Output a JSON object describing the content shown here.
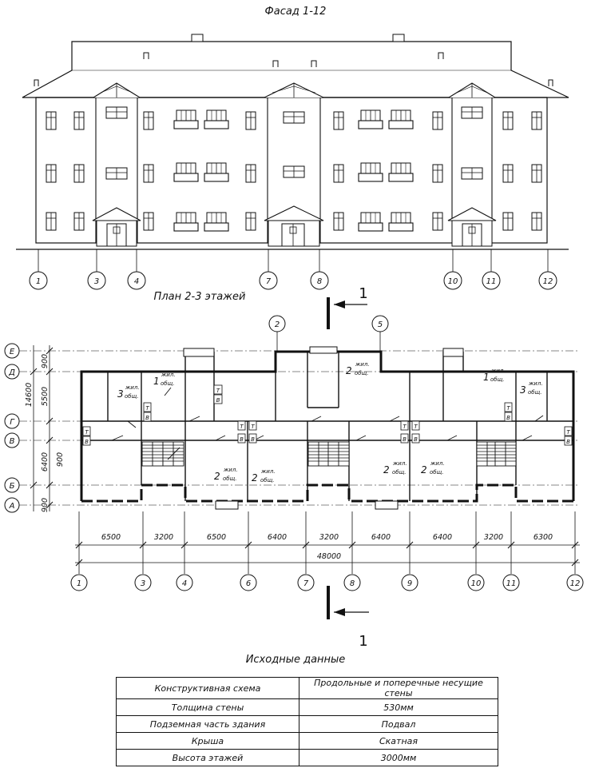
{
  "facade": {
    "title": "Фасад 1-12",
    "axes": [
      "1",
      "3",
      "4",
      "7",
      "8",
      "10",
      "11",
      "12"
    ]
  },
  "plan": {
    "title": "План 2-3 этажей",
    "top_axes": [
      "2",
      "5"
    ],
    "row_axes": [
      "Е",
      "Д",
      "Г",
      "В",
      "Б",
      "А"
    ],
    "bottom_axes": [
      "1",
      "3",
      "4",
      "6",
      "7",
      "8",
      "9",
      "10",
      "11",
      "12"
    ],
    "spans": [
      "6500",
      "3200",
      "6500",
      "6400",
      "3200",
      "6400",
      "6400",
      "3200",
      "6300"
    ],
    "total": "48000",
    "left_dims": [
      "900",
      "5500",
      "6400",
      "900",
      "900",
      "14600"
    ],
    "section_mark": "1",
    "rooms": [
      {
        "num": "3",
        "l1": "жил.",
        "l2": "общ."
      },
      {
        "num": "1",
        "l1": "жил.",
        "l2": "общ."
      },
      {
        "num": "2",
        "l1": "жил.",
        "l2": "общ."
      },
      {
        "num": "2",
        "l1": "жил.",
        "l2": "общ."
      },
      {
        "num": "2",
        "l1": "жил.",
        "l2": "общ."
      },
      {
        "num": "2",
        "l1": "жил.",
        "l2": "общ."
      },
      {
        "num": "2",
        "l1": "жил.",
        "l2": "общ."
      },
      {
        "num": "1",
        "l1": "жил.",
        "l2": "общ."
      },
      {
        "num": "3",
        "l1": "жил.",
        "l2": "общ."
      }
    ],
    "wc_t": "Т",
    "wc_v": "В"
  },
  "source": {
    "title": "Исходные данные",
    "rows": [
      [
        "Конструктивная схема",
        "Продольные и поперечные несущие стены"
      ],
      [
        "Толщина стены",
        "530мм"
      ],
      [
        "Подземная часть здания",
        "Подвал"
      ],
      [
        "Крыша",
        "Скатная"
      ],
      [
        "Высота этажей",
        "3000мм"
      ]
    ]
  }
}
